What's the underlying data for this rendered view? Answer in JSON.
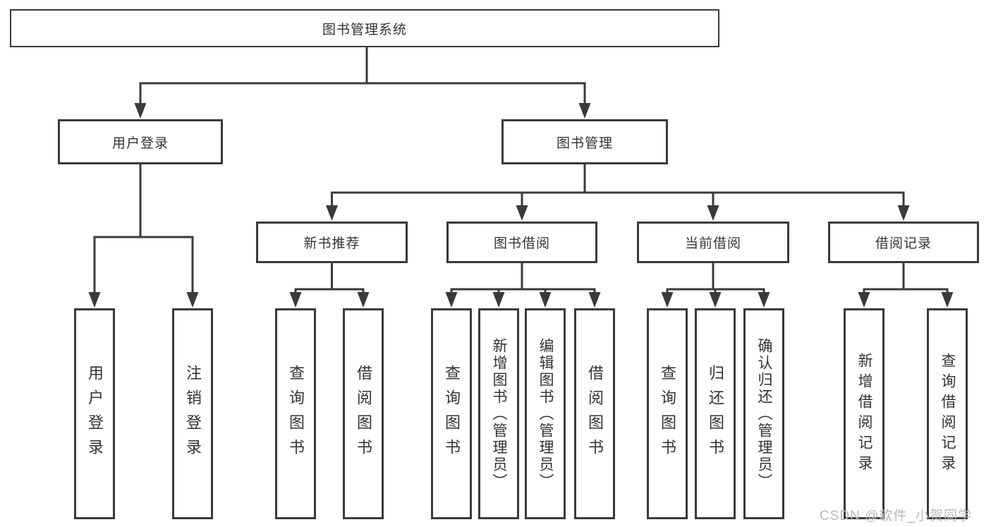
{
  "diagram": {
    "root": {
      "label": "图书管理系统"
    },
    "level2": [
      {
        "label": "用户登录",
        "leaves": [
          {
            "label": "用户登录"
          },
          {
            "label": "注销登录"
          }
        ]
      },
      {
        "label": "图书管理",
        "sections": [
          {
            "label": "新书推荐",
            "leaves": [
              {
                "label": "查询图书"
              },
              {
                "label": "借阅图书"
              }
            ]
          },
          {
            "label": "图书借阅",
            "leaves": [
              {
                "label": "查询图书"
              },
              {
                "label": "新增图书（管理员）"
              },
              {
                "label": "编辑图书（管理员）"
              },
              {
                "label": "借阅图书"
              }
            ]
          },
          {
            "label": "当前借阅",
            "leaves": [
              {
                "label": "查询图书"
              },
              {
                "label": "归还图书"
              },
              {
                "label": "确认归还（管理员）"
              }
            ]
          },
          {
            "label": "借阅记录",
            "leaves": [
              {
                "label": "新增借阅记录"
              },
              {
                "label": "查询借阅记录"
              }
            ]
          }
        ]
      }
    ]
  },
  "watermark": {
    "text": "CSDN @软件_小贺同学"
  },
  "colors": {
    "line": "#3a3a3a",
    "text": "#333333",
    "watermark": "#b9b9b9",
    "background": "#ffffff"
  }
}
